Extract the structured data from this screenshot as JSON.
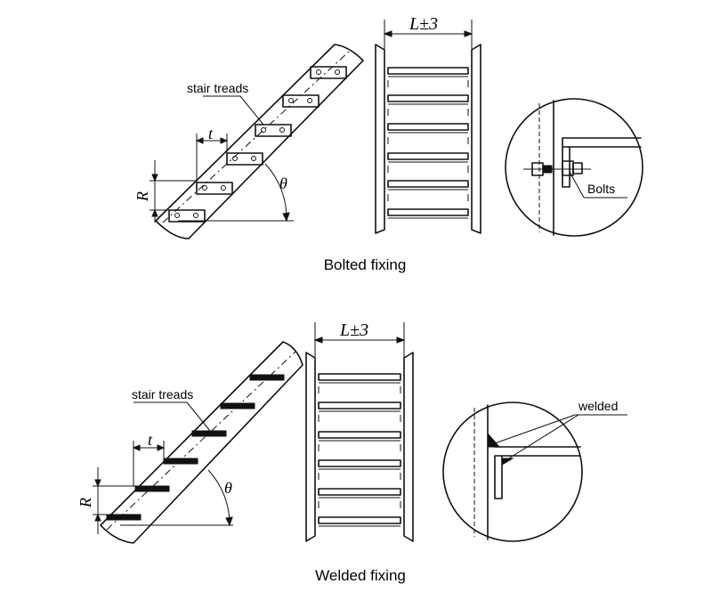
{
  "bolted": {
    "caption": "Bolted fixing",
    "label_treads": "stair treads",
    "label_detail": "Bolts",
    "sym_t": "t",
    "sym_R": "R",
    "sym_theta": "θ",
    "dim_L": "L±3"
  },
  "welded": {
    "caption": "Welded fixing",
    "label_treads": "stair treads",
    "label_detail": "welded",
    "sym_t": "t",
    "sym_R": "R",
    "sym_theta": "θ",
    "dim_L": "L±3"
  }
}
